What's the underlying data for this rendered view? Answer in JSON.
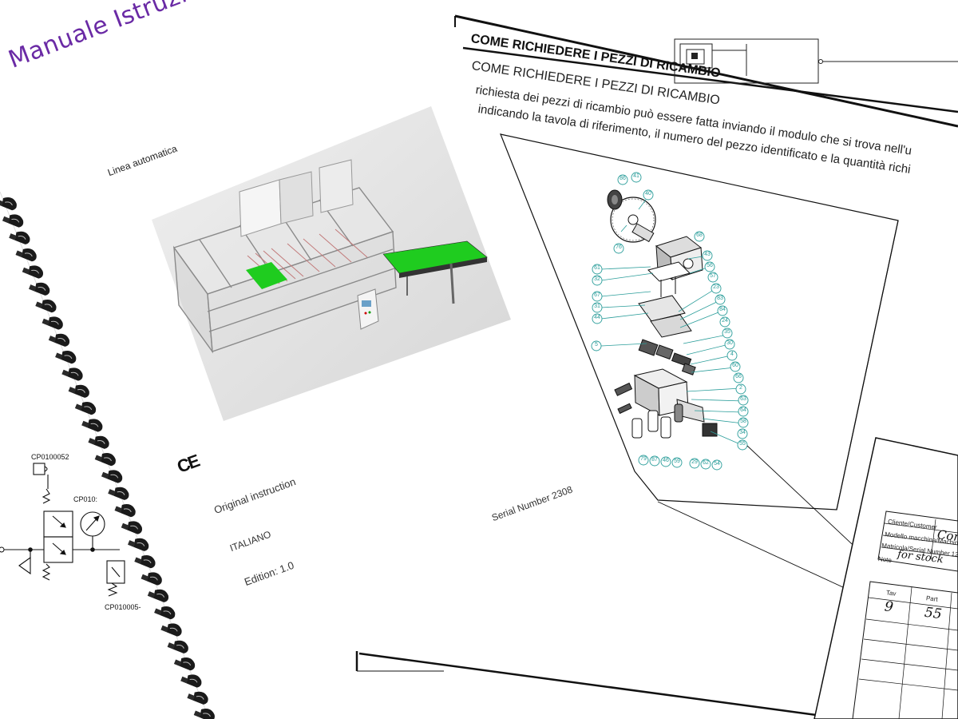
{
  "cover": {
    "title": "Manuale Istruzioni",
    "subtitle": "Linea automatica",
    "ce_mark": "CE",
    "original_instruction": "Original instruction",
    "language": "ITALIANO",
    "edition": "Edition: 1.0"
  },
  "pneumatic": {
    "component_1": "CP0100052",
    "component_2": "CP010:",
    "component_3": "CP010005-"
  },
  "page2": {
    "heading_1": "COME RICHIEDERE I PEZZI DI RICAMBIO",
    "heading_2": "COME RICHIEDERE I PEZZI DI RICAMBIO",
    "body_line_1": "richiesta dei pezzi di ricambio può essere fatta inviando il modulo che si trova nell'u",
    "body_line_2": "indicando la tavola di riferimento, il numero del pezzo identificato e la quantità richi",
    "serial_number": "Serial Number 2308"
  },
  "exploded_view": {
    "part_numbers": [
      "86",
      "41",
      "40",
      "76",
      "68",
      "61",
      "32",
      "67",
      "31",
      "44",
      "5",
      "43",
      "56",
      "57",
      "23",
      "83",
      "84",
      "24",
      "35",
      "30",
      "4",
      "60",
      "66",
      "2",
      "63",
      "64",
      "58",
      "34",
      "55",
      "79",
      "87",
      "46",
      "59",
      "29",
      "62",
      "54"
    ]
  },
  "order_form": {
    "customer_label": "Cliente/Customer",
    "customer_value": "Com",
    "machine_model_label": "Modello macchina/Machine",
    "serial_label": "Matricola/Serial Number 12",
    "note_label": "Note",
    "note_value": "for stock",
    "col_table": "Tav",
    "col_part": "Part",
    "row_1_table": "9",
    "row_1_part": "55"
  },
  "colors": {
    "title_purple": "#6a2aa5",
    "callout_teal": "#2a9d9a",
    "conveyor_green": "#1fcc1f"
  }
}
